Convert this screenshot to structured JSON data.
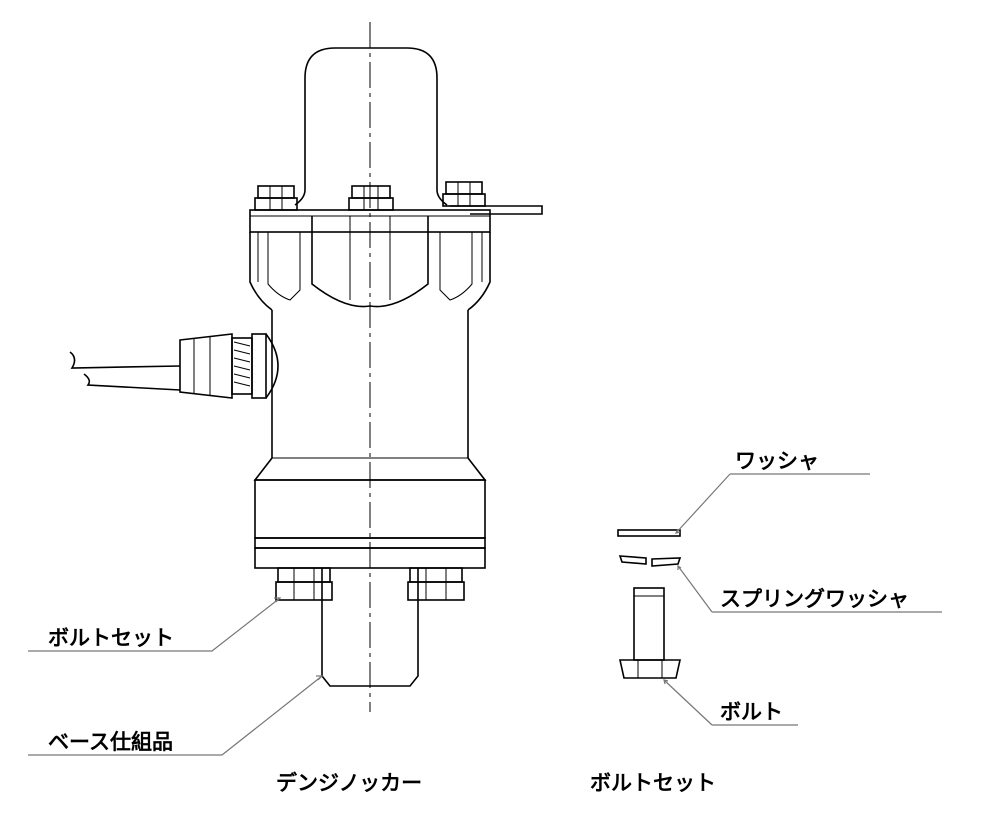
{
  "labels": {
    "bolt_set_left": "ボルトセット",
    "base_assembly": "ベース仕組品",
    "washer": "ワッシャ",
    "spring_washer": "スプリングワッシャ",
    "bolt": "ボルト"
  },
  "captions": {
    "main_unit": "デンジノッカー",
    "bolt_set": "ボルトセット"
  }
}
